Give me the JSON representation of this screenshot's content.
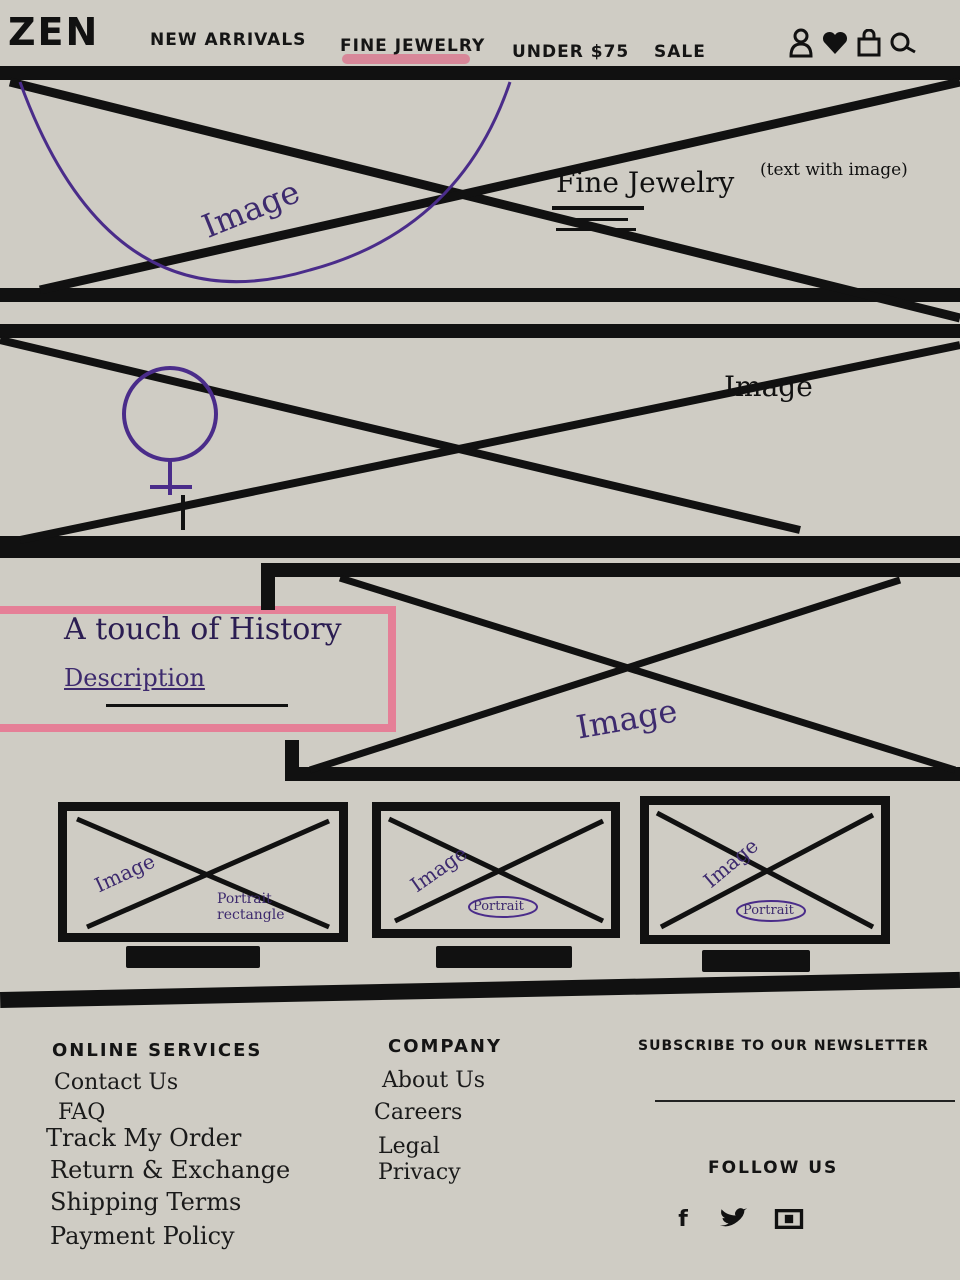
{
  "header": {
    "logo": "ZEN",
    "nav": [
      "NEW ARRIVALS",
      "FINE JEWELRY",
      "UNDER $75",
      "SALE"
    ]
  },
  "icons": [
    "account-icon",
    "wishlist-icon",
    "bag-icon",
    "search-icon"
  ],
  "hero": {
    "image_label": "Image",
    "note": "Fine Jewelry",
    "annotation": "(text with image)"
  },
  "banner": {
    "image_label": "Image"
  },
  "history": {
    "title": "A touch of History",
    "description": "Description",
    "image_label": "Image"
  },
  "products": [
    {
      "image_label": "Image",
      "orientation": "Portrait rectangle"
    },
    {
      "image_label": "Image",
      "orientation": "Portrait"
    },
    {
      "image_label": "Image",
      "orientation": "Portrait"
    }
  ],
  "footer": {
    "online_services": {
      "heading": "ONLINE SERVICES",
      "links": [
        "Contact Us",
        "FAQ",
        "Track My Order",
        "Return & Exchange",
        "Shipping Terms",
        "Payment Policy"
      ]
    },
    "company": {
      "heading": "COMPANY",
      "links": [
        "About Us",
        "Careers",
        "Legal",
        "Privacy"
      ]
    },
    "newsletter": {
      "heading": "SUBSCRIBE TO OUR NEWSLETTER"
    },
    "follow": {
      "heading": "FOLLOW US",
      "icons": [
        "facebook-icon",
        "twitter-icon",
        "instagram-icon"
      ]
    }
  }
}
